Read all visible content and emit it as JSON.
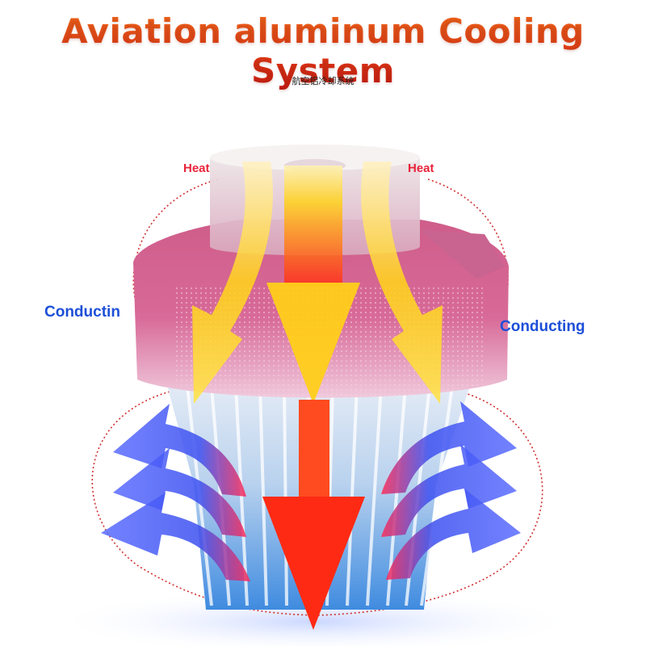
{
  "header": {
    "title": "Aviation aluminum Cooling System",
    "subtitle": "航空铝冷却系统"
  },
  "labels": {
    "heat_left": "Heat",
    "heat_right": "Heat",
    "conducting_left": "Conductin",
    "conducting_right": "Conducting"
  },
  "colors": {
    "title_orange": "#e8531a",
    "heat_red": "#e8233a",
    "conducting_blue": "#1d4fd8",
    "heat_arrow_yellow": "#ffd21a",
    "cool_arrow_blue": "#4a5cff",
    "heatsink_pink": "#d0508a",
    "fins_blue": "#4f98e6"
  },
  "icons": {
    "heat_flow": "downward-heat-arrow-icon",
    "air_flow": "curved-airflow-arrow-icon"
  }
}
